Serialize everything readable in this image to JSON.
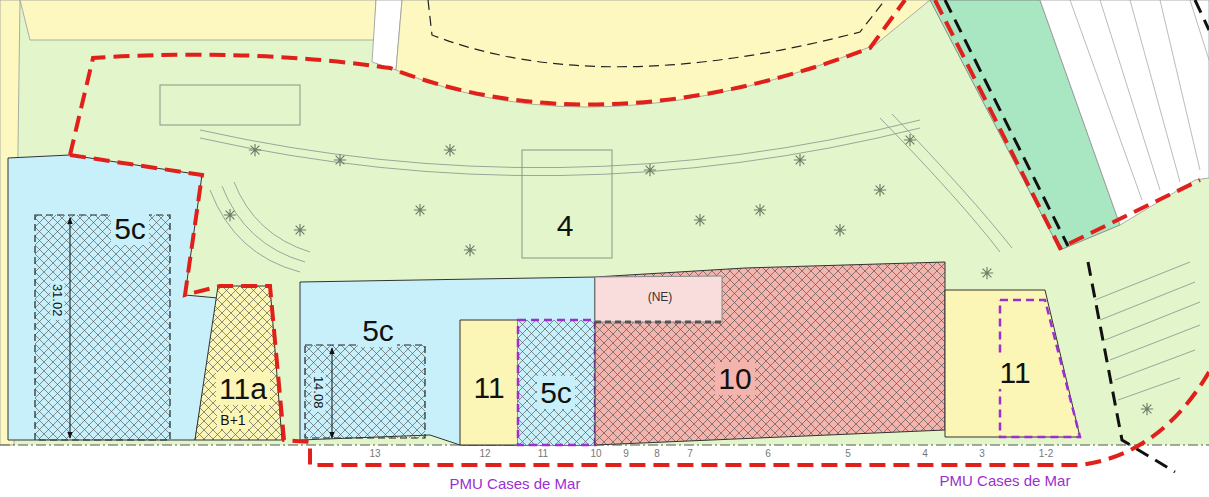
{
  "diagram": {
    "nodes": [
      {
        "text": [
          "4"
        ]
      },
      {
        "text": [
          "5c"
        ]
      },
      {
        "text": [
          "11a",
          "B+1"
        ]
      },
      {
        "text": [
          "5c"
        ]
      },
      {
        "text": [
          "11"
        ],
        "in": 3
      },
      {
        "text": [
          "5c"
        ],
        "in": 3
      },
      {
        "text": [
          "10"
        ]
      },
      {
        "text": [
          "(NE)"
        ],
        "in": 6
      },
      {
        "text": [
          "11"
        ]
      }
    ],
    "labels": [
      "31.02",
      "14.08",
      "13",
      "12",
      "11",
      "10",
      "9",
      "8",
      "7",
      "6",
      "5",
      "4",
      "3",
      "1-2",
      "PMU Cases de Mar",
      "PMU Cases de Mar"
    ]
  }
}
